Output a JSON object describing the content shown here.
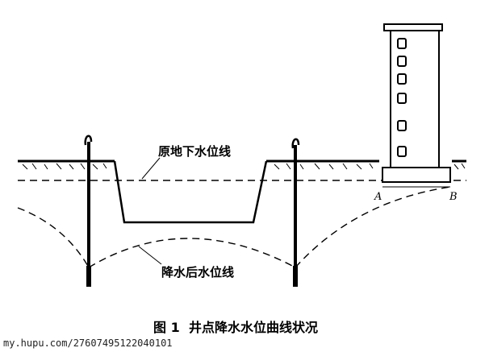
{
  "labels": {
    "original_water_line": "原地下水位线",
    "lowered_water_line": "降水后水位线",
    "point_a": "A",
    "point_b": "B"
  },
  "caption": {
    "figure_no": "图 1",
    "title": "井点降水水位曲线状况"
  },
  "watermark": "my.hupu.com/27607495122040101"
}
